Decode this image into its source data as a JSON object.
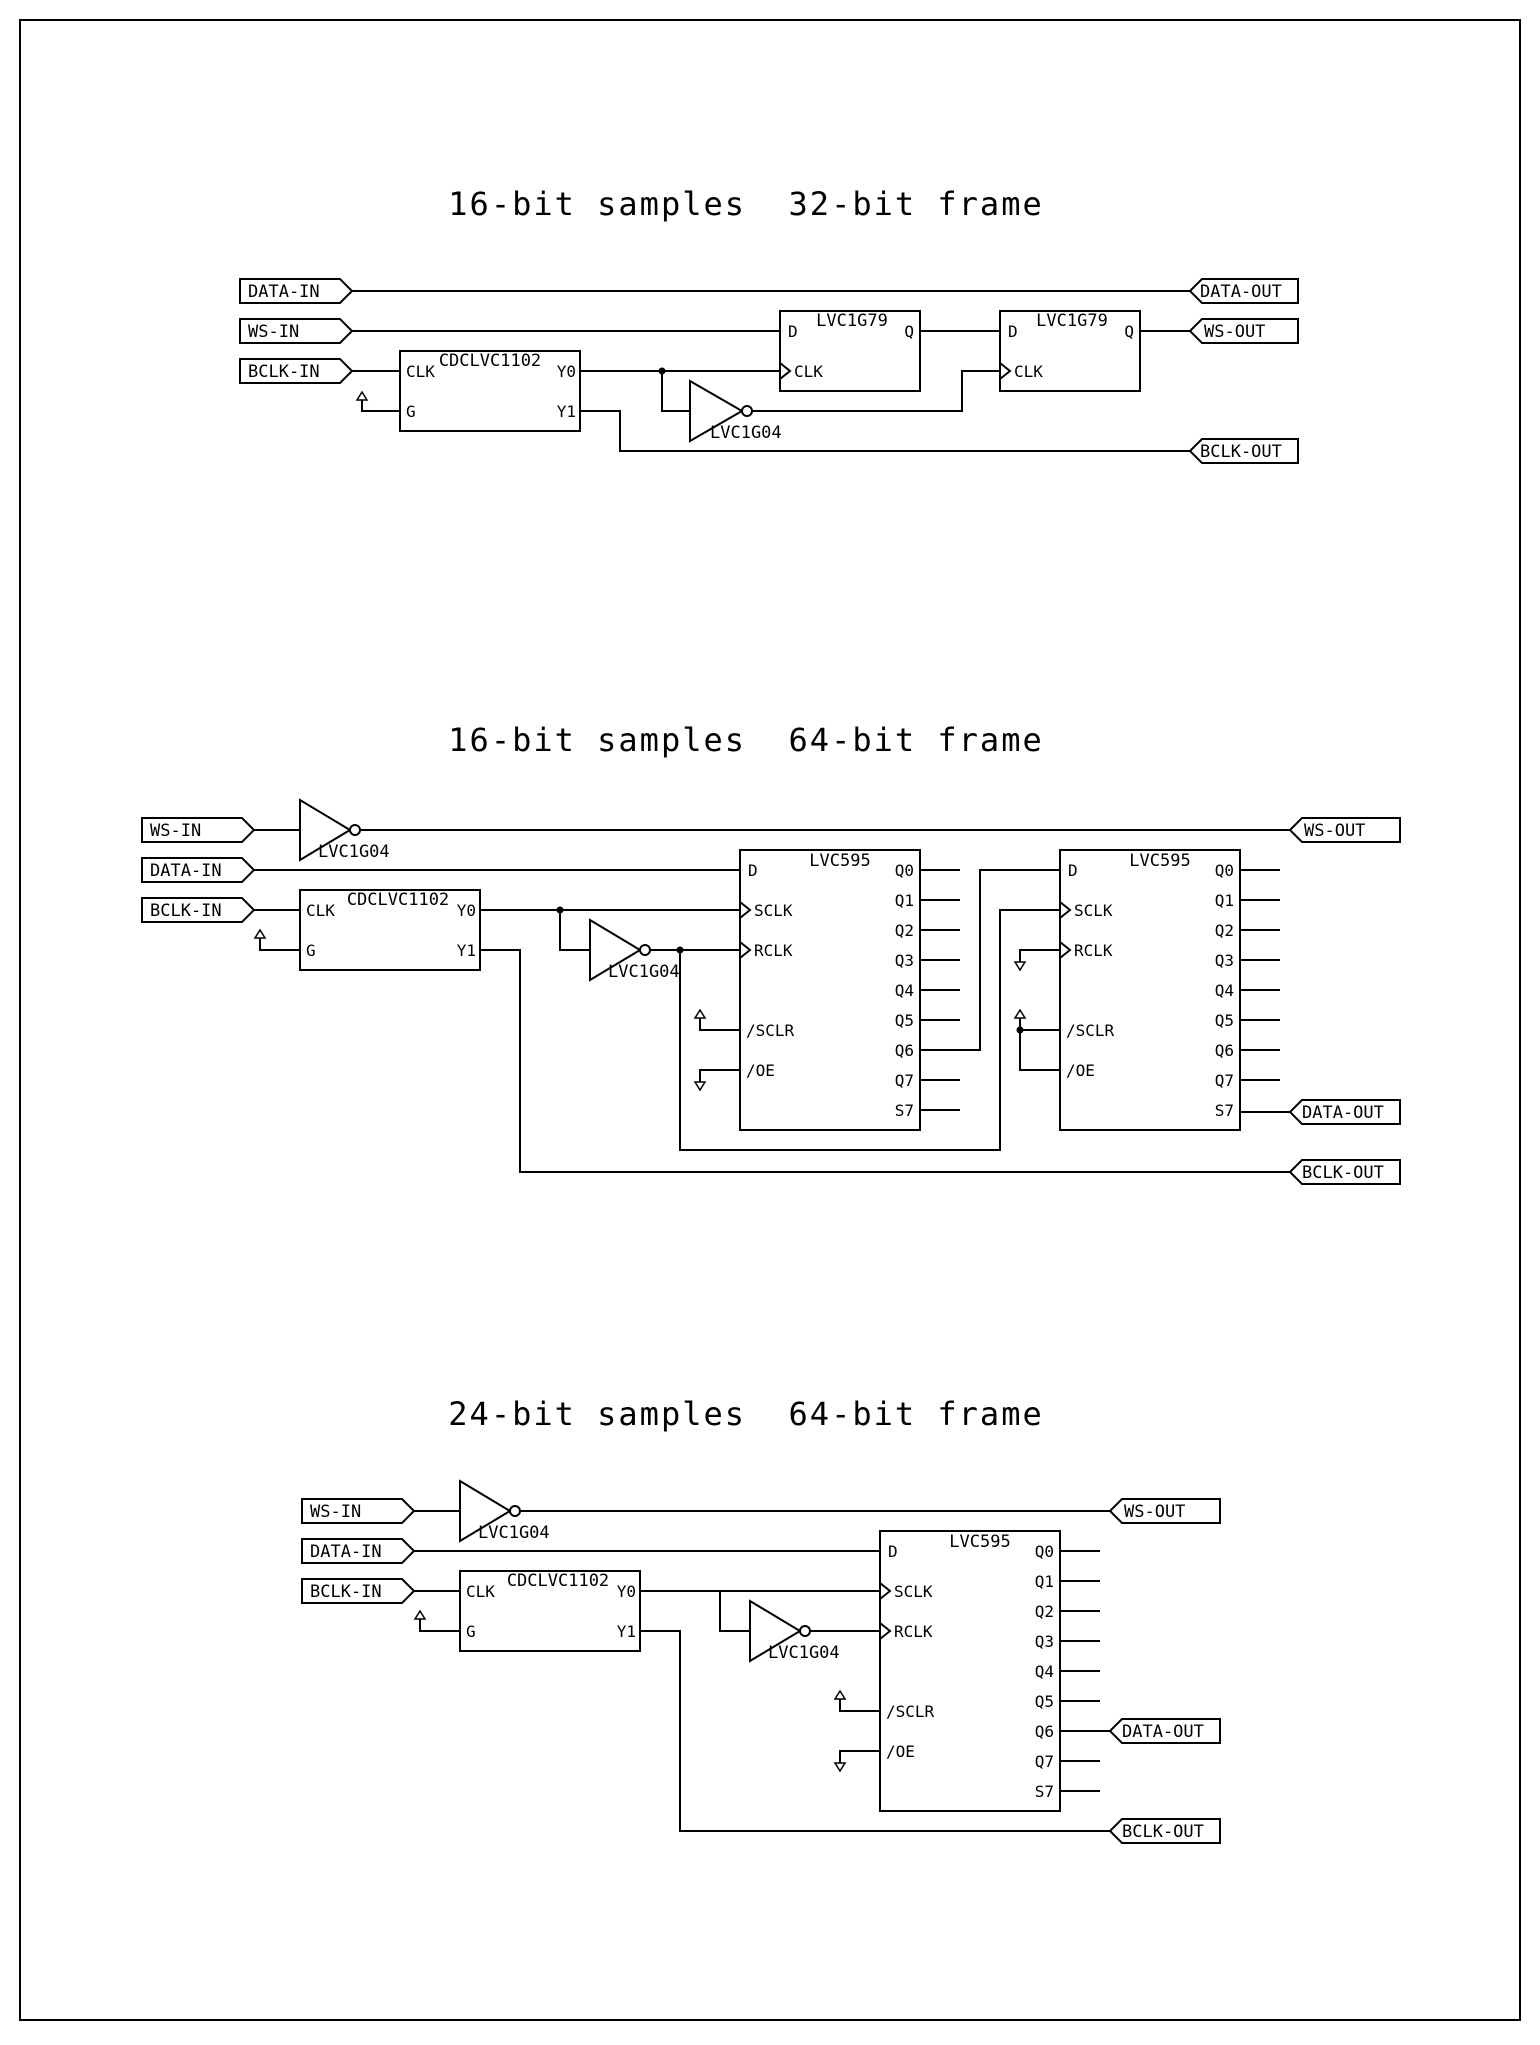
{
  "titles": {
    "t1": "16-bit samples  32-bit frame",
    "t2": "16-bit samples  64-bit frame",
    "t3": "24-bit samples  64-bit frame"
  },
  "ports": {
    "data_in": "DATA-IN",
    "data_out": "DATA-OUT",
    "ws_in": "WS-IN",
    "ws_out": "WS-OUT",
    "bclk_in": "BCLK-IN",
    "bclk_out": "BCLK-OUT"
  },
  "parts": {
    "buffer": "CDCLVC1102",
    "flipflop": "LVC1G79",
    "inverter": "LVC1G04",
    "shift_register": "LVC595"
  },
  "pins": {
    "clk": "CLK",
    "g": "G",
    "y0": "Y0",
    "y1": "Y1",
    "d": "D",
    "q": "Q",
    "sclk": "SCLK",
    "rclk": "RCLK",
    "sclr": "/SCLR",
    "oe": "/OE",
    "q0": "Q0",
    "q1": "Q1",
    "q2": "Q2",
    "q3": "Q3",
    "q4": "Q4",
    "q5": "Q5",
    "q6": "Q6",
    "q7": "Q7",
    "s7": "S7"
  }
}
